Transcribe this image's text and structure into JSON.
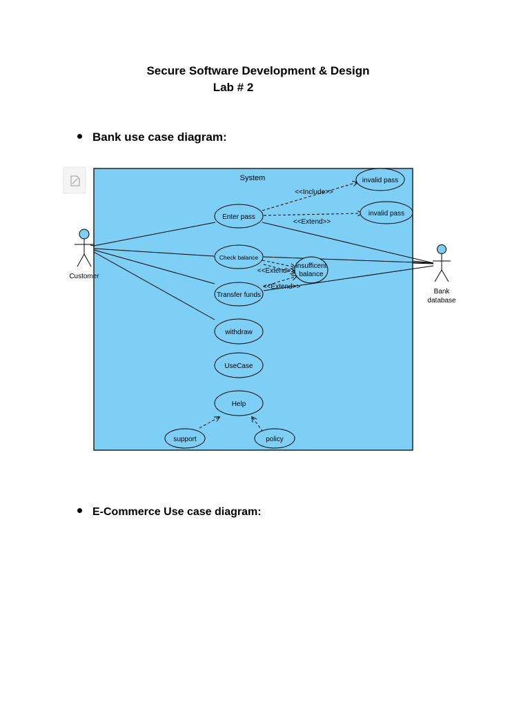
{
  "document": {
    "title_line1": "Secure Software Development & Design",
    "title_line2": "Lab # 2",
    "bullets": [
      {
        "text": "Bank use case diagram:"
      },
      {
        "text": "E-Commerce Use case diagram:"
      }
    ]
  },
  "diagram": {
    "system_label": "System",
    "system_fill": "#7dcff5",
    "actors": {
      "customer": {
        "label": "Customer"
      },
      "bank": {
        "label_line1": "Bank",
        "label_line2": "database"
      }
    },
    "use_cases": {
      "invalid_pass_1": "invalid pass",
      "invalid_pass_2": "invalid pass",
      "enter_pass": "Enter pass",
      "check_balance": "Check balance",
      "insufficient_line1": "insufficent",
      "insufficient_line2": "balance",
      "transfer_funds": "Transfer funds",
      "withdraw": "withdraw",
      "usecase": "UseCase",
      "help": "Help",
      "support": "support",
      "policy": "policy"
    },
    "relations": {
      "include": "<<Include>>",
      "extend_1": "<<Extend>>",
      "extend_2": "<<Extend>>",
      "extend_3": "<<Extend>>"
    }
  }
}
